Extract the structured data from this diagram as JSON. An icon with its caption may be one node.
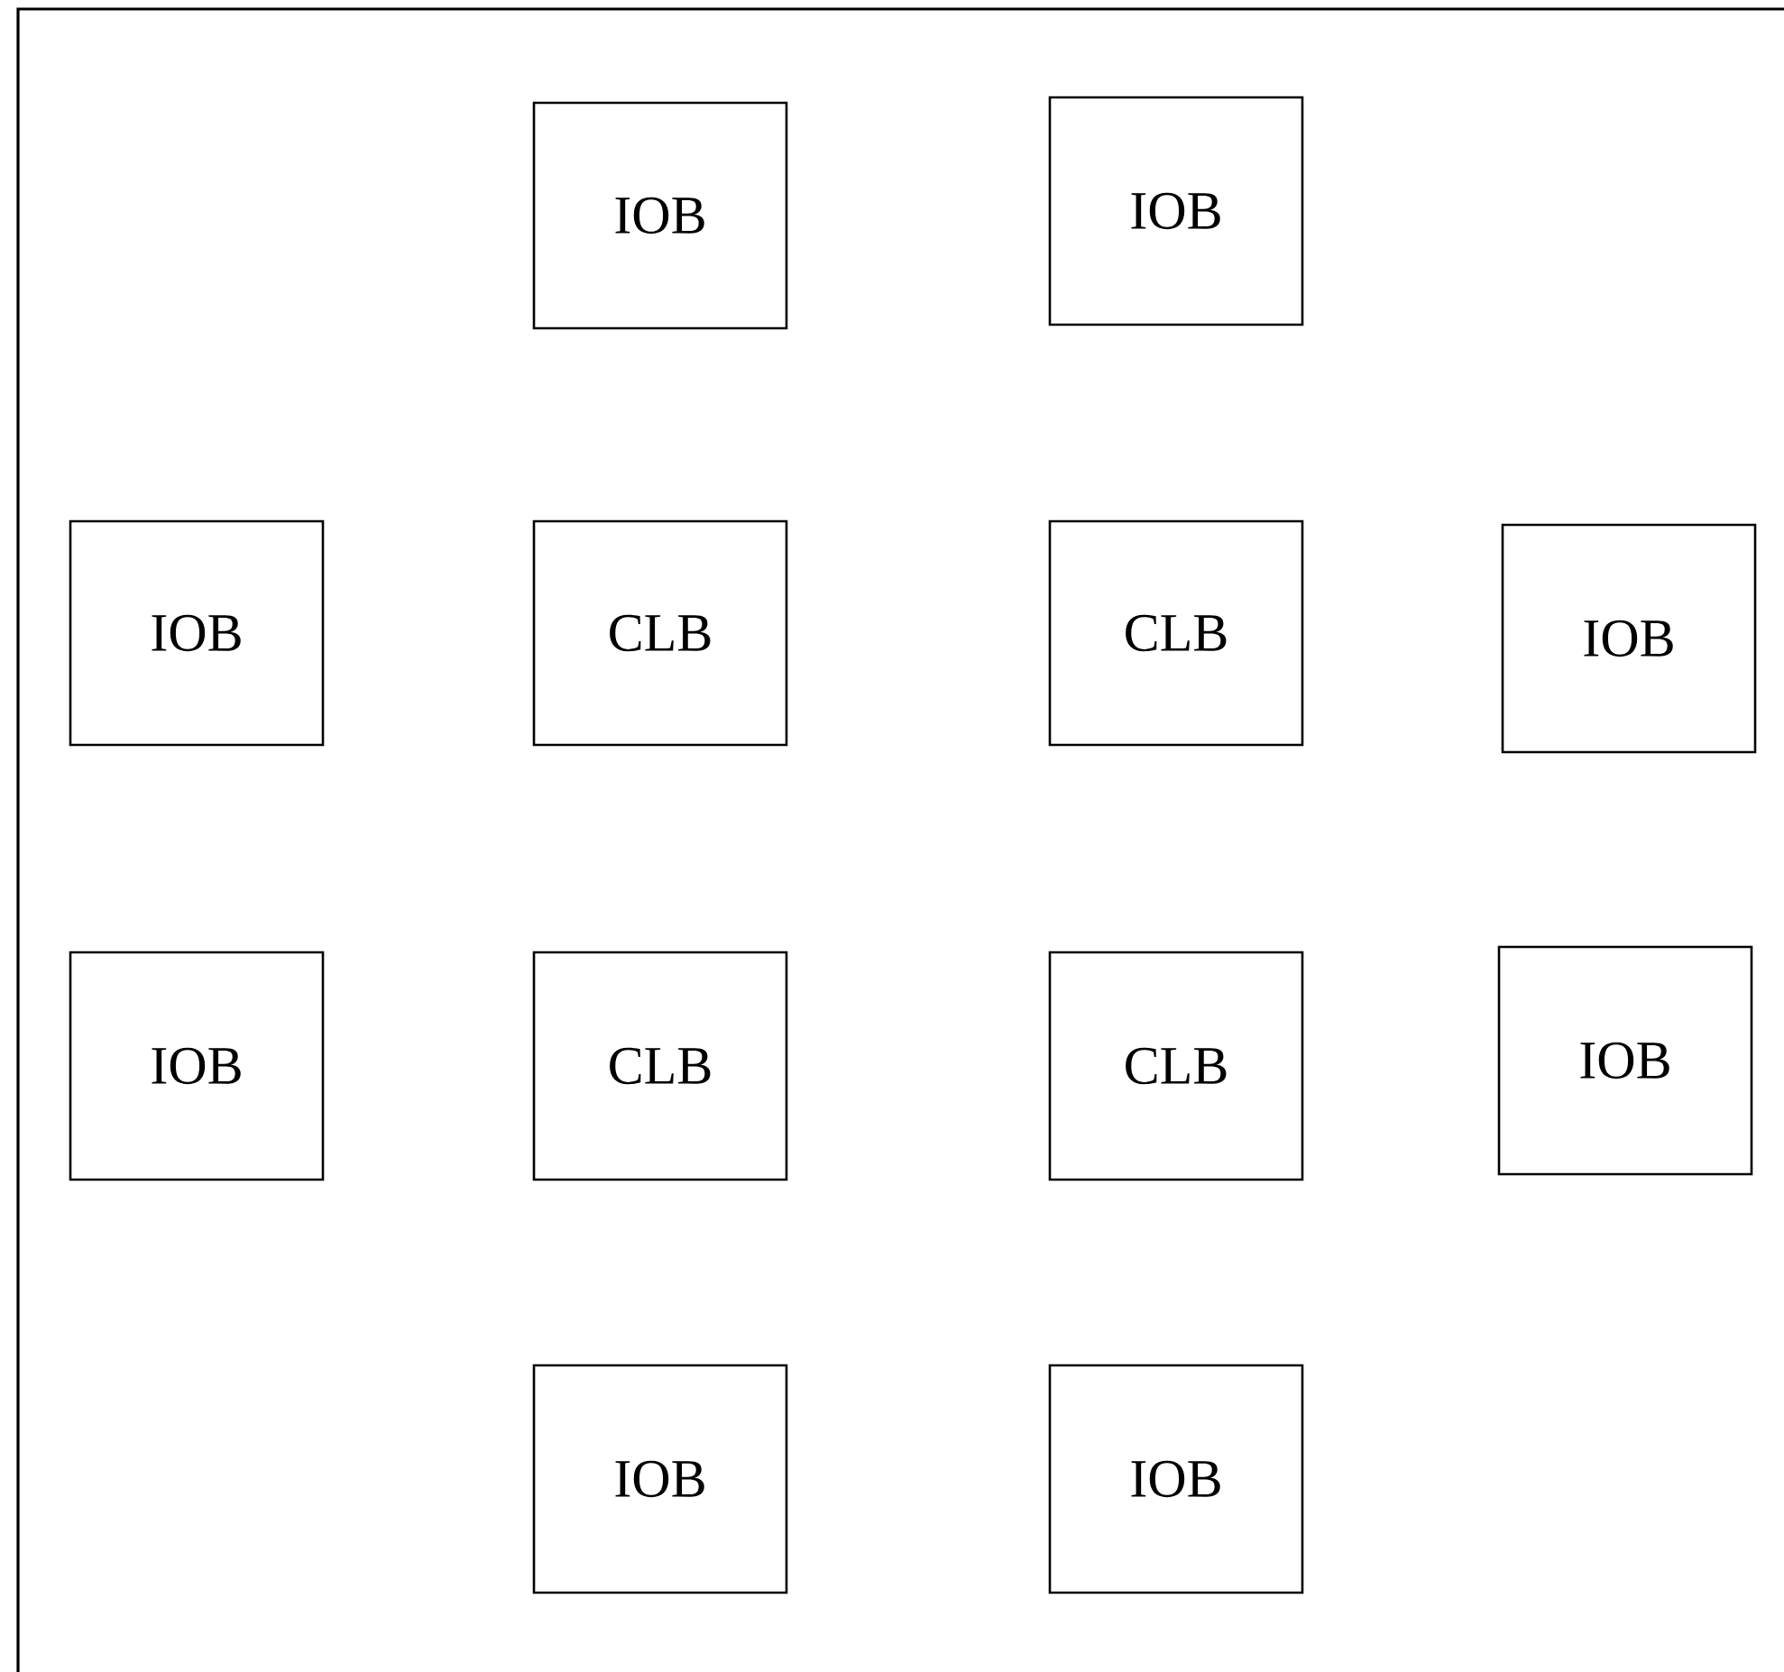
{
  "diagram": {
    "nodes": [
      {
        "text": [
          "IOB"
        ]
      },
      {
        "text": [
          "IOB"
        ]
      },
      {
        "text": [
          "IOB"
        ]
      },
      {
        "text": [
          "CLB"
        ]
      },
      {
        "text": [
          "CLB"
        ]
      },
      {
        "text": [
          "IOB"
        ]
      },
      {
        "text": [
          "IOB"
        ]
      },
      {
        "text": [
          "CLB"
        ]
      },
      {
        "text": [
          "CLB"
        ]
      },
      {
        "text": [
          "IOB"
        ]
      },
      {
        "text": [
          "IOB"
        ]
      },
      {
        "text": [
          "IOB"
        ]
      }
    ]
  }
}
